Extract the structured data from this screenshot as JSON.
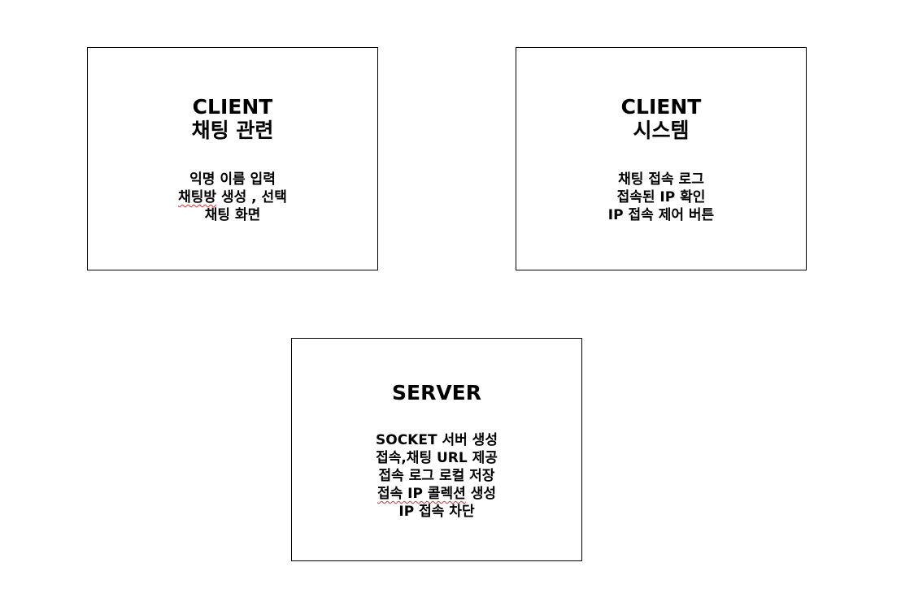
{
  "boxes": [
    {
      "title_lines": [
        "CLIENT",
        "채팅 관련"
      ],
      "items": [
        "익명 이름 입력",
        "채팅방 생성 , 선택",
        "채팅 화면"
      ]
    },
    {
      "title_lines": [
        "CLIENT",
        "시스템"
      ],
      "items": [
        "채팅 접속 로그",
        "접속된 IP 확인",
        "IP 접속 제어 버튼"
      ]
    },
    {
      "title_lines": [
        "SERVER"
      ],
      "items": [
        "SOCKET 서버 생성",
        "접속,채팅 URL 제공",
        "접속 로그 로컬 저장",
        "접속 IP 콜렉션 생성",
        "IP 접속 차단"
      ]
    }
  ],
  "colors": {
    "border": "#000000",
    "text": "#000000",
    "spellcheck_underline": "#e03030"
  }
}
